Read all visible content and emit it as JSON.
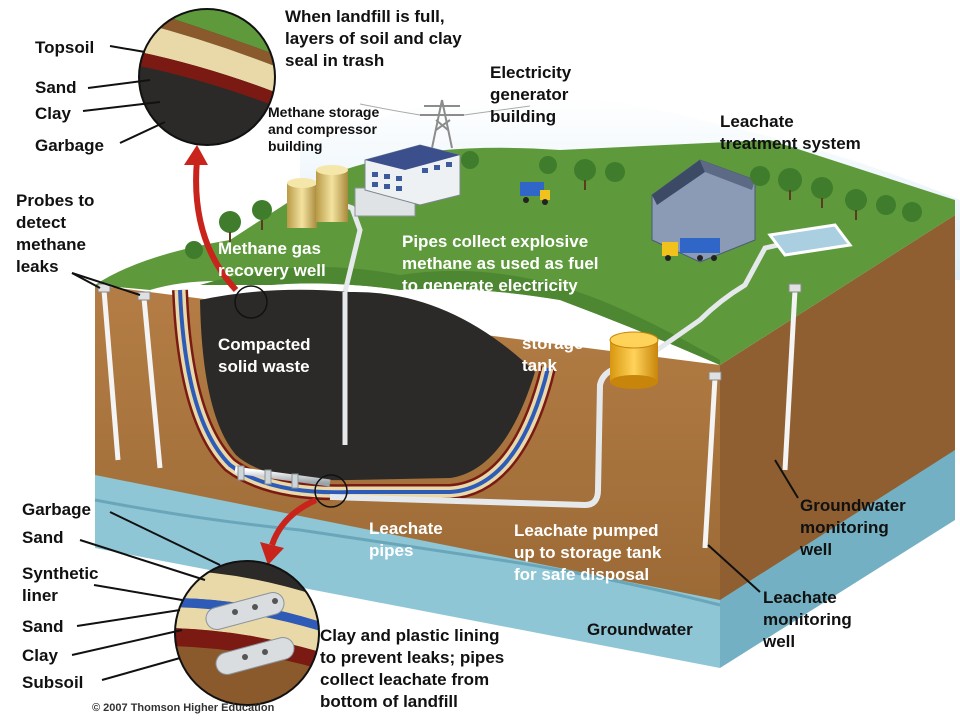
{
  "colors": {
    "grass": "#5e9a3c",
    "soil": "#a9743e",
    "groundwater": "#8fc6d6",
    "waste": "#2b2a28",
    "leachate_tank": "#f2b21c"
  },
  "labels": {
    "full_landfill": "When landfill is full,\nlayers of soil and clay\nseal in trash",
    "topsoil": "Topsoil",
    "sand_top": "Sand",
    "clay_top": "Clay",
    "garbage_top": "Garbage",
    "probes": "Probes to\ndetect\nmethane\nleaks",
    "methane_storage": "Methane storage\nand compressor\nbuilding",
    "electricity_building": "Electricity\ngenerator\nbuilding",
    "leachate_treatment": "Leachate\ntreatment system",
    "methane_well": "Methane gas\nrecovery well",
    "pipes_collect": "Pipes collect explosive\nmethane as used as fuel\nto generate electricity",
    "compacted_waste": "Compacted\nsolid waste",
    "leachate_storage": "Leachate\nstorage\ntank",
    "groundwater_monitoring": "Groundwater\nmonitoring\nwell",
    "garbage_bottom": "Garbage",
    "sand_bottom": "Sand",
    "synthetic_liner": "Synthetic\nliner",
    "sand_bottom2": "Sand",
    "clay_bottom": "Clay",
    "subsoil": "Subsoil",
    "leachate_pipes": "Leachate\npipes",
    "leachate_pumped": "Leachate pumped\nup to storage tank\nfor safe disposal",
    "leachate_monitoring": "Leachate\nmonitoring\nwell",
    "groundwater": "Groundwater",
    "clay_plastic": "Clay and plastic lining\nto prevent leaks; pipes\ncollect leachate from\nbottom of landfill",
    "copyright": "© 2007 Thomson Higher Education"
  }
}
